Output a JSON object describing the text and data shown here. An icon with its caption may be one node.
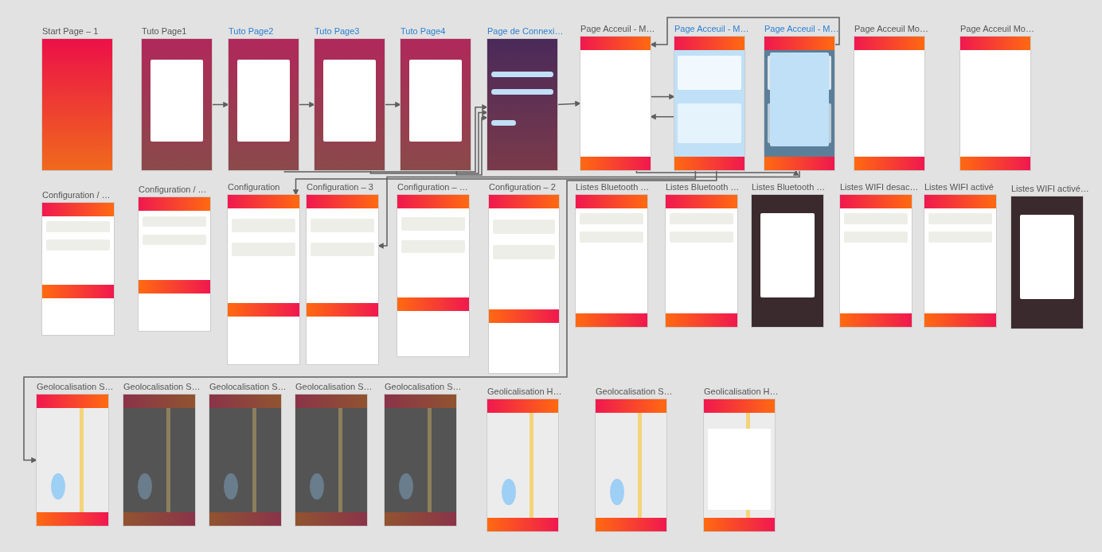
{
  "diagram": {
    "nodes": [
      {
        "text": [
          "Start Page – 1"
        ]
      },
      {
        "text": [
          "Tuto Page1"
        ]
      },
      {
        "text": [
          "Tuto Page2"
        ]
      },
      {
        "text": [
          "Tuto Page3"
        ]
      },
      {
        "text": [
          "Tuto Page4"
        ]
      },
      {
        "text": [
          "Page de Connexi…"
        ]
      },
      {
        "text": [
          "Page Acceuil - M…"
        ]
      },
      {
        "text": [
          "Page Acceuil - M…"
        ]
      },
      {
        "text": [
          "Page Acceuil - M…"
        ]
      },
      {
        "text": [
          "Page Acceuil Mo…"
        ]
      },
      {
        "text": [
          "Page Acceuil Mo…"
        ]
      },
      {
        "text": [
          "Configuration / …"
        ]
      },
      {
        "text": [
          "Configuration / …"
        ]
      },
      {
        "text": [
          "Configuration"
        ]
      },
      {
        "text": [
          "Configuration – 3"
        ]
      },
      {
        "text": [
          "Configuration – …"
        ]
      },
      {
        "text": [
          "Configuration – 2"
        ]
      },
      {
        "text": [
          "Listes Bluetooth …"
        ]
      },
      {
        "text": [
          "Listes Bluetooth …"
        ]
      },
      {
        "text": [
          "Listes Bluetooth …"
        ]
      },
      {
        "text": [
          "Listes WIFI desac…"
        ]
      },
      {
        "text": [
          "Listes WIFI activé"
        ]
      },
      {
        "text": [
          "Listes WIFI activé…"
        ]
      },
      {
        "text": [
          "Geolocalisation S…"
        ]
      },
      {
        "text": [
          "Geolocalisation S…"
        ]
      },
      {
        "text": [
          "Geolocalisation S…"
        ]
      },
      {
        "text": [
          "Geolocalisation S…"
        ]
      },
      {
        "text": [
          "Geolocalisation S…"
        ]
      },
      {
        "text": [
          "Geolicalisation H…"
        ]
      },
      {
        "text": [
          "Geolocalisation S…"
        ]
      },
      {
        "text": [
          "Geolicalisation H…"
        ]
      }
    ],
    "edges": [
      {
        "from": 1,
        "to": 2,
        "arrow": "to"
      },
      {
        "from": 2,
        "to": 3,
        "arrow": "to"
      },
      {
        "from": 3,
        "to": 4,
        "arrow": "to"
      },
      {
        "from": 2,
        "to": 5,
        "arrow": "to"
      },
      {
        "from": 3,
        "to": 5,
        "arrow": "to"
      },
      {
        "from": 4,
        "to": 5,
        "arrow": "to"
      },
      {
        "from": 5,
        "to": 6,
        "arrow": "to"
      },
      {
        "from": 6,
        "to": 7,
        "arrow": "to"
      },
      {
        "from": 7,
        "to": 6,
        "arrow": "to"
      },
      {
        "from": 6,
        "to": 8,
        "arrow": "to"
      },
      {
        "from": 8,
        "to": 6,
        "arrow": "to"
      },
      {
        "from": 7,
        "to": 13,
        "arrow": "to"
      },
      {
        "from": 8,
        "to": 14,
        "arrow": "to"
      },
      {
        "from": 7,
        "to": 23,
        "arrow": "to"
      }
    ]
  }
}
